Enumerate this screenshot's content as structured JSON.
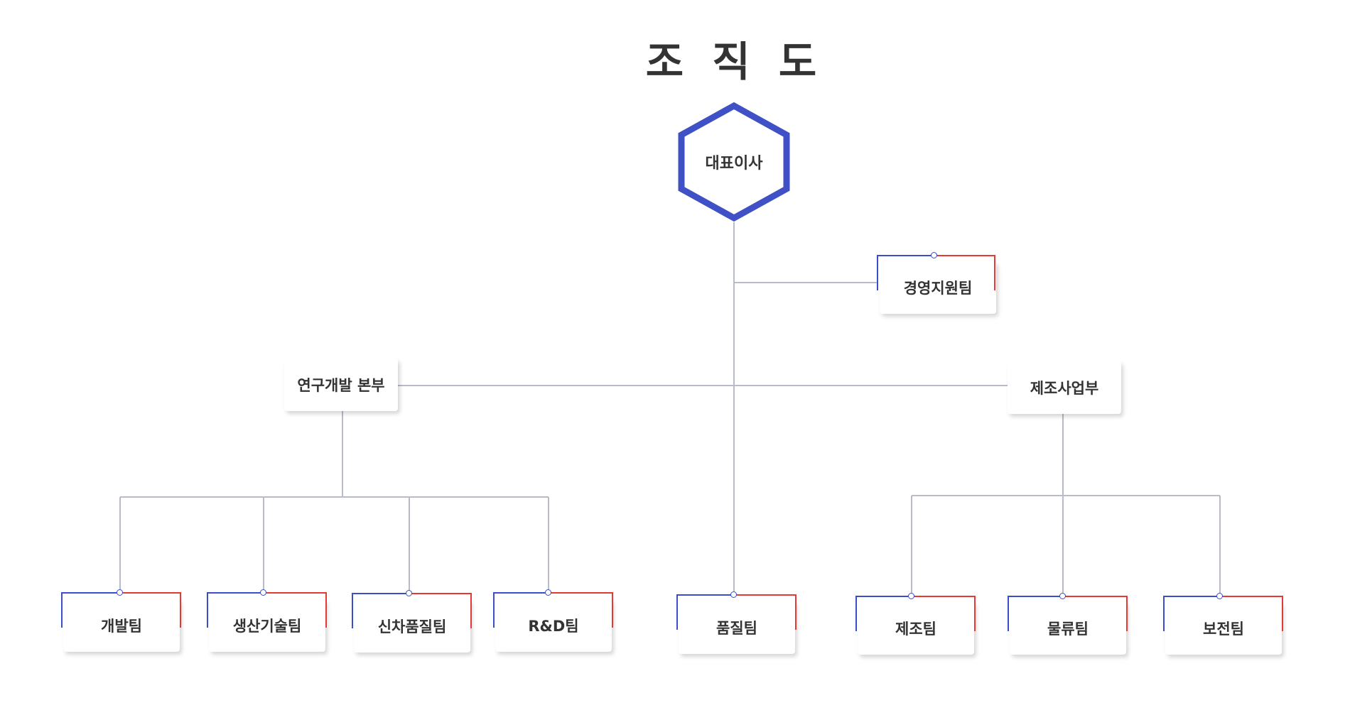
{
  "title": "조 직 도",
  "ceo": {
    "label": "대표이사",
    "color": "#3f51c4"
  },
  "management_support": {
    "label": "경영지원팀"
  },
  "divisions": {
    "rnd": {
      "label": "연구개발 본부"
    },
    "manufacturing": {
      "label": "제조사업부"
    }
  },
  "teams": {
    "dev": "개발팀",
    "prod_tech": "생산기술팀",
    "new_car_quality": "신차품질팀",
    "rnd_team": "R&D팀",
    "quality": "품질팀",
    "manufacture": "제조팀",
    "logistics": "물류팀",
    "maintenance": "보전팀"
  },
  "colors": {
    "connector": "#b8bcc8",
    "accent_blue": "#3a4fc4",
    "accent_red": "#e53935"
  }
}
